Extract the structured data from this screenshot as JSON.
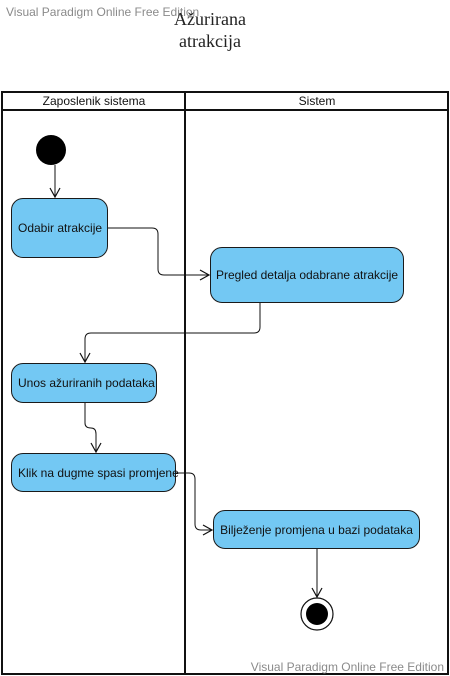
{
  "watermark": {
    "top": "Visual Paradigm Online Free Edition",
    "bottom": "Visual Paradigm Online Free Edition"
  },
  "diagram": {
    "title_line1": "Ažurirana",
    "title_line2": "atrakcija",
    "lanes": [
      {
        "label": "Zaposlenik sistema"
      },
      {
        "label": "Sistem"
      }
    ],
    "actions": [
      {
        "label": "Odabir atrakcije"
      },
      {
        "label": "Pregled detalja odabrane atrakcije"
      },
      {
        "label": "Unos ažuriranih podataka"
      },
      {
        "label": "Klik na dugme spasi promjene"
      },
      {
        "label": "Bilježenje promjena u bazi podataka"
      }
    ]
  }
}
